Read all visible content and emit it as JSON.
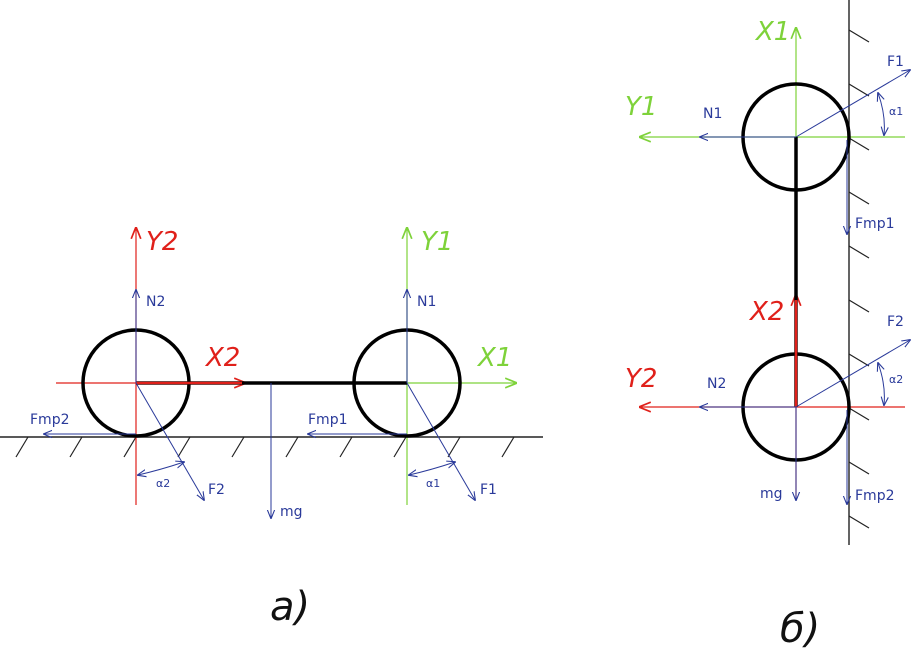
{
  "colors": {
    "red_axis": "#e0201a",
    "green_axis": "#7ed23a",
    "blue_force": "#2a3a9a",
    "structure": "#000000",
    "ground": "#222222"
  },
  "diagram_a": {
    "caption": "a)",
    "labels": {
      "y2": "Y2",
      "x2": "X2",
      "y1": "Y1",
      "x1": "X1",
      "n2": "N2",
      "n1": "N1",
      "ftr2": "Fmp2",
      "ftr1": "Fmp1",
      "f2": "F2",
      "f1": "F1",
      "alpha2": "α2",
      "alpha1": "α1",
      "mg": "mg"
    }
  },
  "diagram_b": {
    "caption": "б)",
    "labels": {
      "x1": "X1",
      "y1": "Y1",
      "n1": "N1",
      "f1": "F1",
      "alpha1": "α1",
      "ftr1": "Fmp1",
      "x2": "X2",
      "y2": "Y2",
      "n2": "N2",
      "f2": "F2",
      "alpha2": "α2",
      "ftr2": "Fmp2",
      "mg": "mg"
    }
  }
}
